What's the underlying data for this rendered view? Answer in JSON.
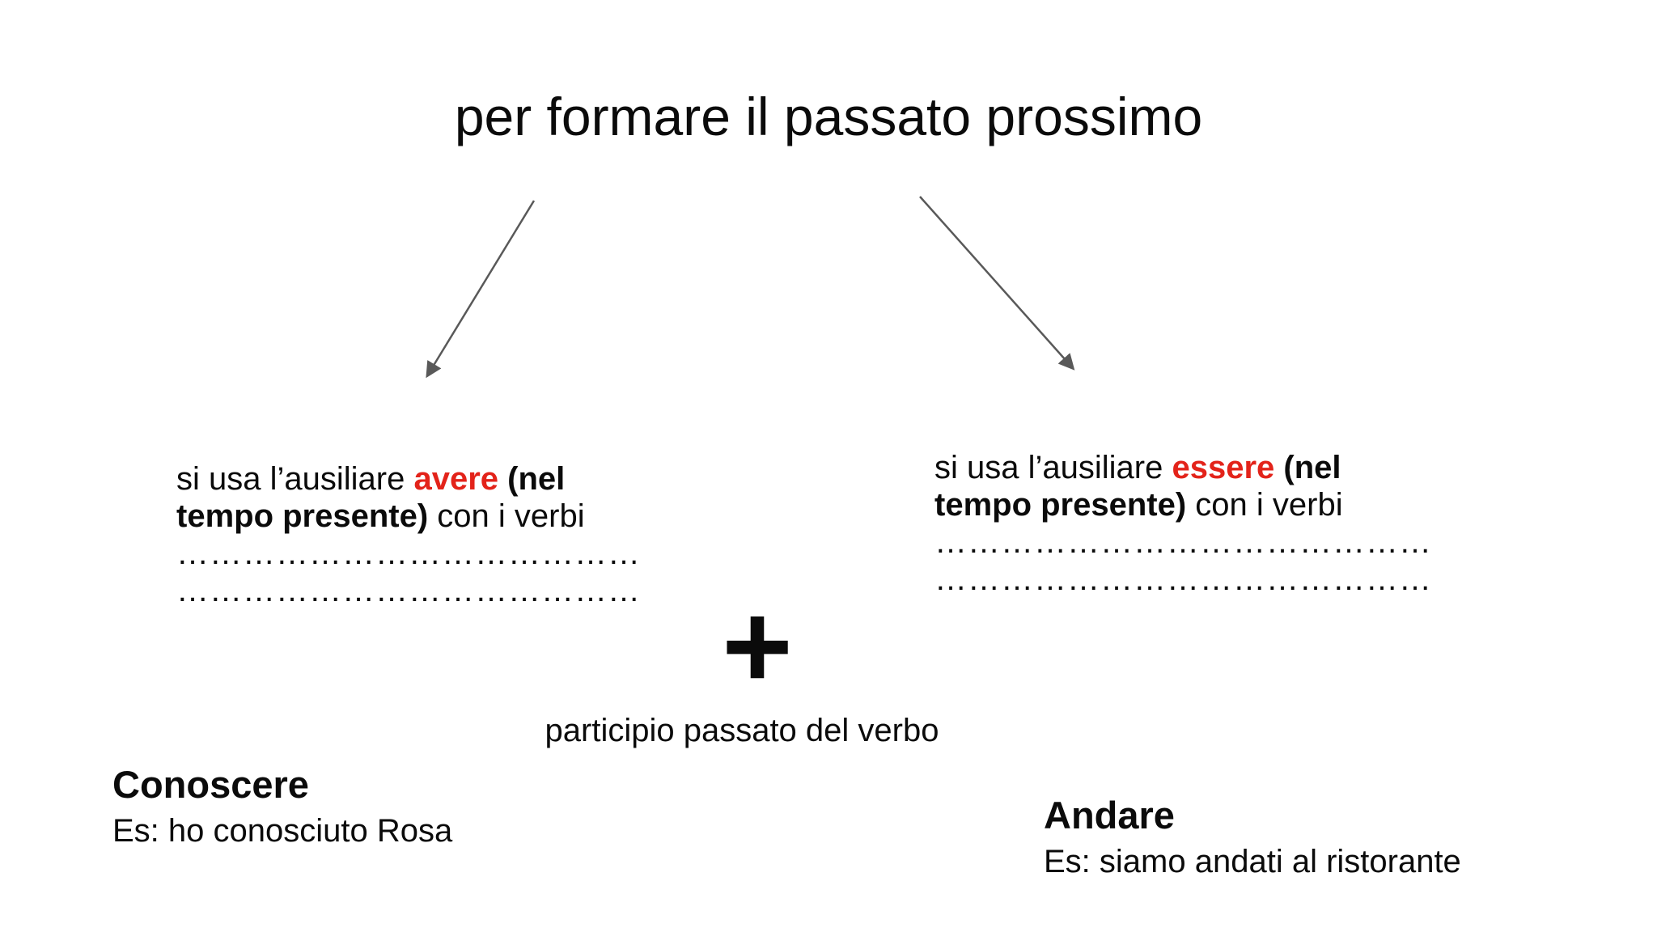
{
  "slide": {
    "title": "per formare il passato prossimo",
    "plus_sign": "+",
    "participio_label": "participio passato del verbo"
  },
  "colors": {
    "accent_red": "#e3231a",
    "arrow_gray": "#595959",
    "text_black": "#0b0b0b",
    "background": "#ffffff"
  },
  "avere_block": {
    "line1_pre": "si usa l’ausiliare ",
    "aux_verb": "avere",
    "line1_post": " (nel",
    "line2_bold": "tempo presente)",
    "line2_rest": " con i verbi",
    "dots_line1": "……………………………………",
    "dots_line2": "……………………………………"
  },
  "essere_block": {
    "line1_pre": "si usa l’ausiliare ",
    "aux_verb": "essere",
    "line1_post": " (nel",
    "line2_bold": "tempo presente)",
    "line2_rest": " con i verbi",
    "dots_line1": "………………………………………",
    "dots_line2": "………………………………………"
  },
  "examples": {
    "avere": {
      "verb": "Conoscere",
      "sentence": "Es: ho conosciuto Rosa"
    },
    "essere": {
      "verb": "Andare",
      "sentence": "Es: siamo andati al ristorante"
    }
  }
}
